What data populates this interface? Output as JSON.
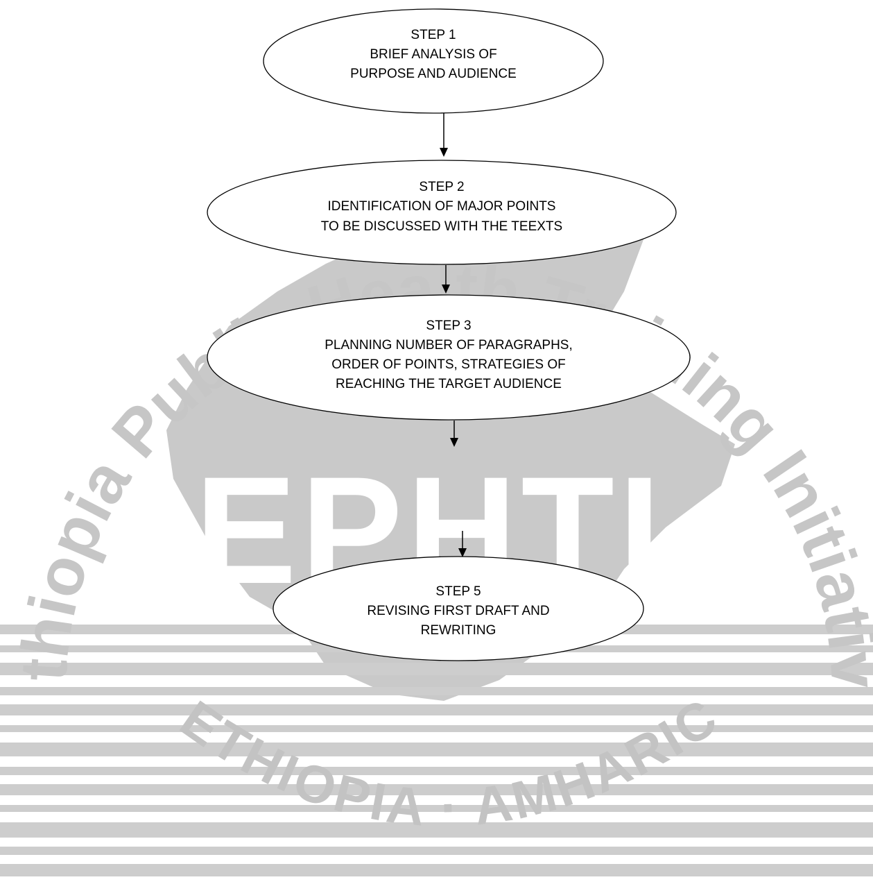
{
  "watermark": {
    "logo_letters": "EPHTI",
    "arc_text": "Ethiopia Public Health Training Initiative",
    "bottom_text": "ETHIOPIA · AMHARIC"
  },
  "steps": [
    {
      "id": "step1",
      "title": "STEP 1",
      "lines": [
        "BRIEF ANALYSIS OF",
        "PURPOSE AND AUDIENCE"
      ]
    },
    {
      "id": "step2",
      "title": "STEP 2",
      "lines": [
        "IDENTIFICATION OF MAJOR POINTS",
        "TO BE DISCUSSED WITH THE TEEXTS"
      ]
    },
    {
      "id": "step3",
      "title": "STEP 3",
      "lines": [
        "PLANNING NUMBER OF PARAGRAPHS,",
        "ORDER OF POINTS, STRATEGIES OF",
        "REACHING THE TARGET AUDIENCE"
      ]
    },
    {
      "id": "step5",
      "title": "STEP 5",
      "lines": [
        "REVISING FIRST DRAFT AND",
        "REWRITING"
      ]
    }
  ],
  "colors": {
    "ink": "#000000",
    "watermark_gray": "#c9c9c9",
    "background": "#ffffff"
  }
}
